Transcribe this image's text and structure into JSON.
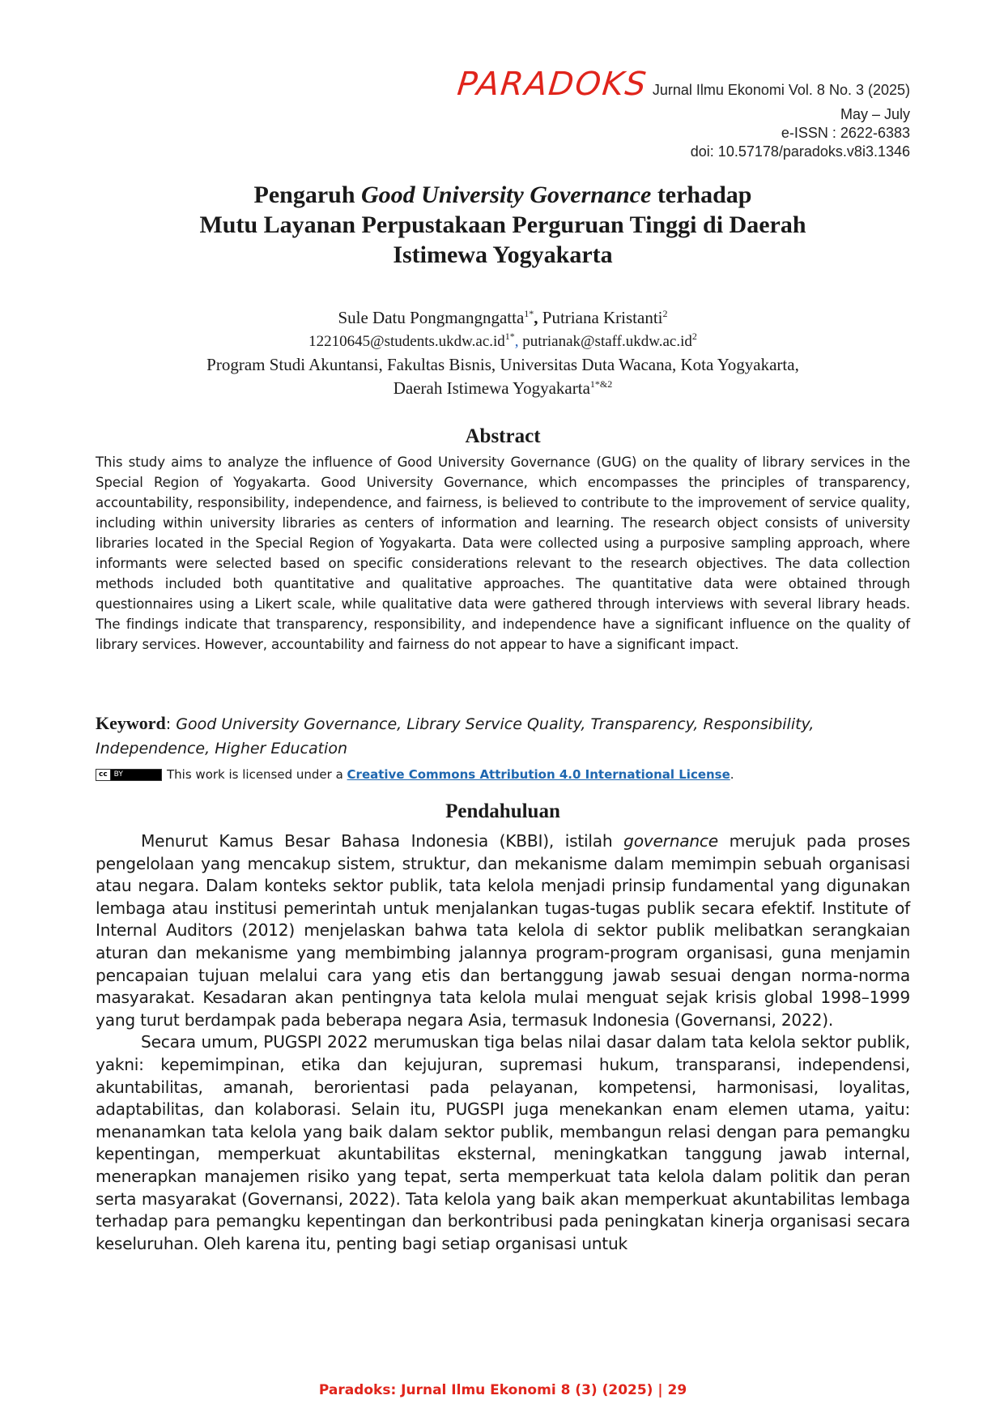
{
  "header": {
    "brand": "PARADOKS",
    "journal": "Jurnal Ilmu Ekonomi Vol. 8 No. 3 (2025)",
    "period": "May – July",
    "issn": "e-ISSN : 2622-6383",
    "doi": "doi: 10.57178/paradoks.v8i3.1346"
  },
  "title": {
    "part1": "Pengaruh ",
    "italic": "Good University Governance",
    "part2": " terhadap",
    "line2": "Mutu Layanan Perpustakaan Perguruan Tinggi di Daerah",
    "line3": "Istimewa Yogyakarta"
  },
  "authors": {
    "author1": "Sule Datu Pongmangngatta",
    "author1_sup": "1*",
    "separator": ", ",
    "author2": "Putriana Kristanti",
    "author2_sup": "2",
    "email1": "12210645@students.ukdw.ac.id",
    "email1_sup": "1*",
    "email_sep": ", ",
    "email2": "putrianak@staff.ukdw.ac.id",
    "email2_sup": "2",
    "affiliation1": "Program Studi Akuntansi, Fakultas Bisnis, Universitas Duta Wacana, Kota Yogyakarta,",
    "affiliation2": "Daerah Istimewa Yogyakarta",
    "affiliation_sup": "1*&2"
  },
  "abstract": {
    "heading": "Abstract",
    "text": "This study aims to analyze the influence of Good University Governance (GUG) on the quality of library services in the Special Region of Yogyakarta. Good University Governance, which encompasses the principles of transparency, accountability, responsibility, independence, and fairness, is believed to contribute to the improvement of service quality, including within university libraries as centers of information and learning. The research object consists of university libraries located in the Special Region of Yogyakarta. Data were collected using a purposive sampling approach, where informants were selected based on specific considerations relevant to the research objectives. The data collection methods included both quantitative and qualitative approaches. The quantitative data were obtained through questionnaires using a Likert scale, while qualitative data were gathered through interviews with several library heads. The findings indicate that transparency, responsibility, and independence have a significant influence on the quality of library services. However, accountability and fairness do not appear to have a significant impact."
  },
  "keywords": {
    "label": "Keyword",
    "colon": ": ",
    "list": "Good University Governance, Library Service Quality, Transparency, Responsibility, Independence, Higher Education"
  },
  "license": {
    "badge_left": "cc",
    "badge_right": "BY",
    "prefix": "This work is licensed under a ",
    "link": "Creative Commons Attribution 4.0 International License",
    "suffix": "."
  },
  "introduction": {
    "heading": "Pendahuluan",
    "p1_pre": "Menurut Kamus Besar Bahasa Indonesia (KBBI), istilah ",
    "p1_italic": "governance",
    "p1_post": " merujuk pada proses pengelolaan yang mencakup sistem, struktur, dan mekanisme dalam memimpin sebuah organisasi atau negara. Dalam konteks sektor publik, tata kelola menjadi prinsip fundamental yang digunakan lembaga atau institusi pemerintah untuk menjalankan tugas-tugas publik secara efektif. Institute of Internal Auditors (2012) menjelaskan bahwa tata kelola di sektor publik melibatkan serangkaian aturan dan mekanisme yang membimbing jalannya program-program organisasi, guna menjamin pencapaian tujuan melalui cara yang etis dan bertanggung jawab sesuai dengan norma-norma masyarakat. Kesadaran akan pentingnya tata kelola mulai menguat sejak krisis global 1998–1999 yang turut berdampak pada beberapa negara Asia, termasuk Indonesia (Governansi, 2022).",
    "p2": "Secara umum, PUGSPI 2022 merumuskan tiga belas nilai dasar dalam tata kelola sektor publik, yakni: kepemimpinan, etika dan kejujuran, supremasi hukum, transparansi, independensi, akuntabilitas, amanah, berorientasi pada pelayanan, kompetensi, harmonisasi, loyalitas, adaptabilitas, dan kolaborasi. Selain itu, PUGSPI juga menekankan enam elemen utama, yaitu: menanamkan tata kelola yang baik dalam sektor publik, membangun relasi dengan para pemangku kepentingan, memperkuat akuntabilitas eksternal, meningkatkan tanggung jawab internal, menerapkan manajemen risiko yang tepat, serta memperkuat tata kelola dalam politik dan peran serta masyarakat (Governansi, 2022). Tata kelola yang baik akan memperkuat akuntabilitas lembaga terhadap para pemangku kepentingan dan berkontribusi pada peningkatan kinerja organisasi secara keseluruhan. Oleh karena itu, penting bagi setiap organisasi untuk"
  },
  "footer": {
    "text": "Paradoks: Jurnal Ilmu Ekonomi 8 (3) (2025) | 29"
  },
  "colors": {
    "brand": "#e0241b",
    "link": "#1e67b0",
    "text": "#1a1a1a"
  }
}
